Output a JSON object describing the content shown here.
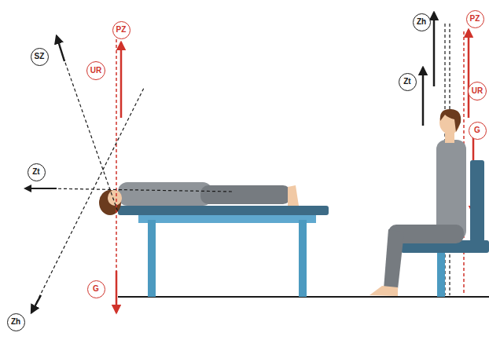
{
  "diagram": {
    "nodes": [
      {
        "text": [
          "PZ"
        ]
      },
      {
        "text": [
          "SZ"
        ]
      },
      {
        "text": [
          "UR"
        ]
      },
      {
        "text": [
          "Zt"
        ]
      },
      {
        "text": [
          "G"
        ]
      },
      {
        "text": [
          "Zh"
        ]
      },
      {
        "text": [
          "Zh"
        ]
      },
      {
        "text": [
          "PZ"
        ]
      },
      {
        "text": [
          "Zt"
        ]
      },
      {
        "text": [
          "UR"
        ]
      },
      {
        "text": [
          "G"
        ]
      }
    ]
  }
}
